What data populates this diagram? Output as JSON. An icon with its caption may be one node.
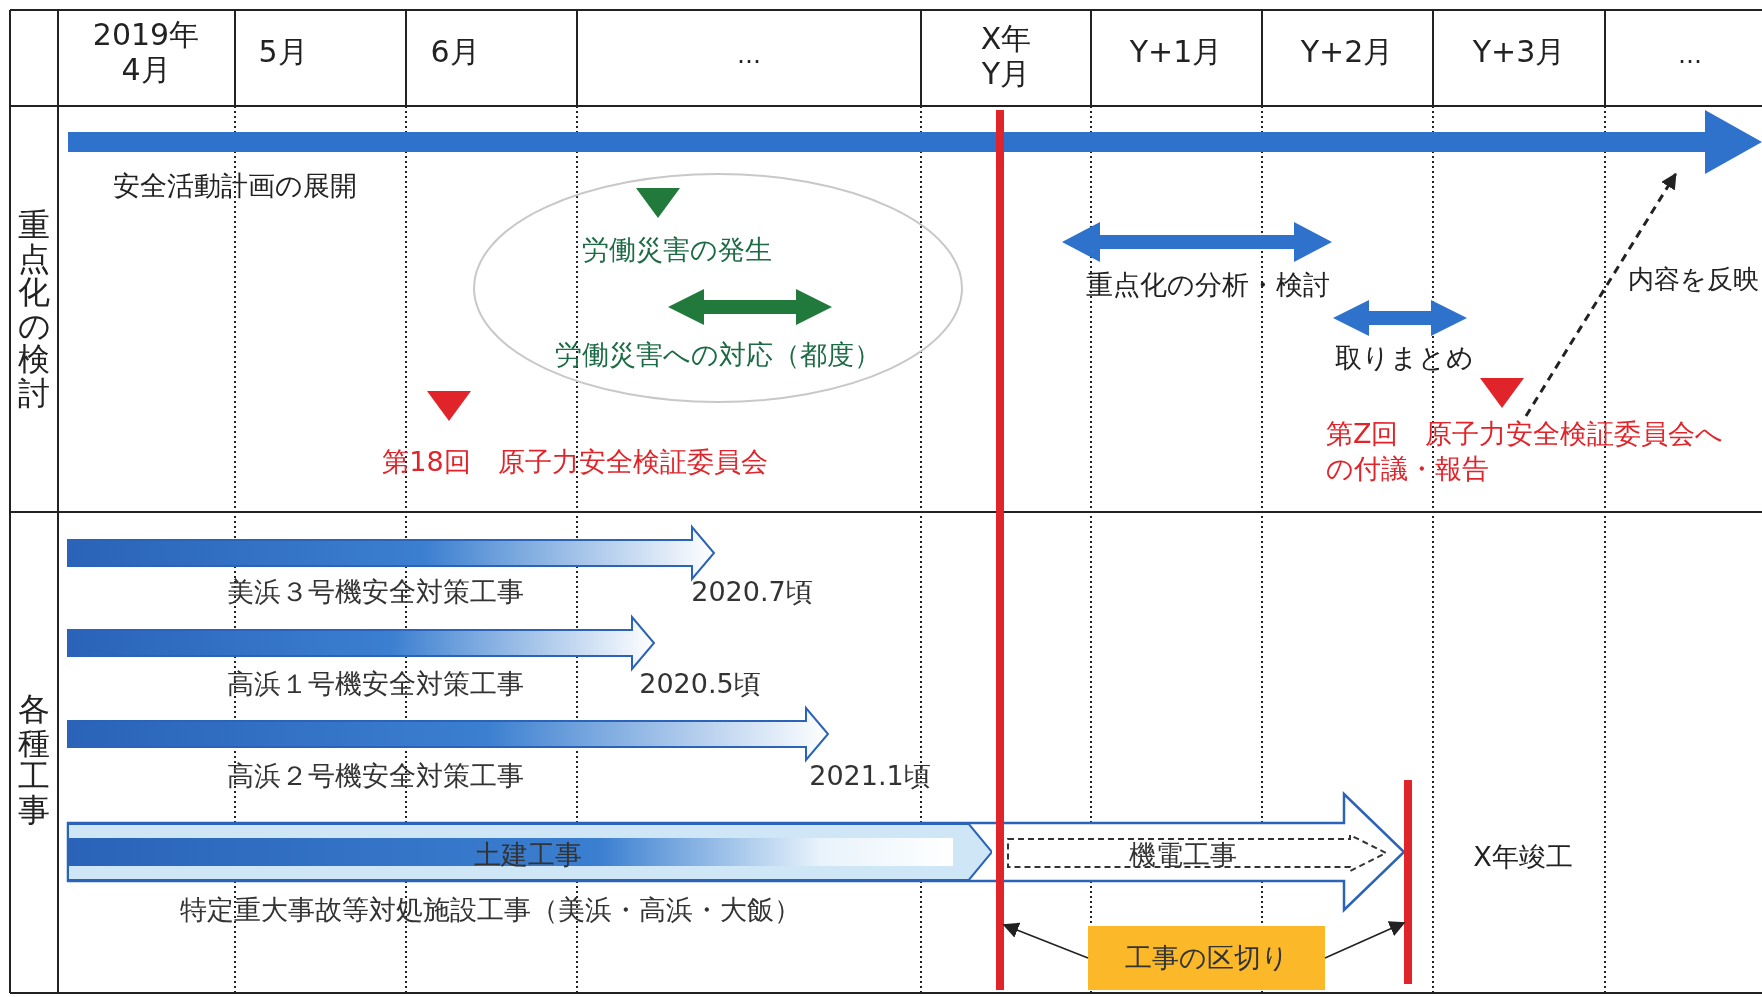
{
  "diagram": {
    "nodes": [
      {
        "text": [
          "労働災害の発生",
          "労働災害への対応（都度）"
        ]
      },
      {
        "text": [
          "土建工事"
        ]
      },
      {
        "text": [
          "機電工事"
        ]
      },
      {
        "text": [],
        "shape": "arrow"
      },
      {
        "text": [
          "第Z回　原子力安全検証委員会への付議・報告"
        ]
      },
      {
        "text": [],
        "shape": "line"
      },
      {
        "text": [],
        "shape": "line"
      },
      {
        "text": [
          "工事の区切り"
        ]
      }
    ],
    "edges": [
      {
        "from": 4,
        "to": 3,
        "arrow": "to",
        "style": "dashed",
        "label": "内容を反映"
      },
      {
        "from": 7,
        "to": 5,
        "arrow": "to"
      },
      {
        "from": 7,
        "to": 6,
        "arrow": "to"
      }
    ],
    "labels": [
      "2019年4月",
      "5月",
      "6月",
      "…",
      "X年Y月",
      "Y+1月",
      "Y+2月",
      "Y+3月",
      "…",
      "重点化の検討",
      "安全活動計画の展開",
      "重点化の分析・検討",
      "取りまとめ",
      "第18回　原子力安全検証委員会",
      "各種工事",
      "美浜３号機安全対策工事",
      "2020.7頃",
      "高浜１号機安全対策工事",
      "2020.5頃",
      "高浜２号機安全対策工事",
      "2021.1頃",
      "特定重大事故等対処施設工事（美浜・高浜・大飯）",
      "X年竣工"
    ]
  }
}
